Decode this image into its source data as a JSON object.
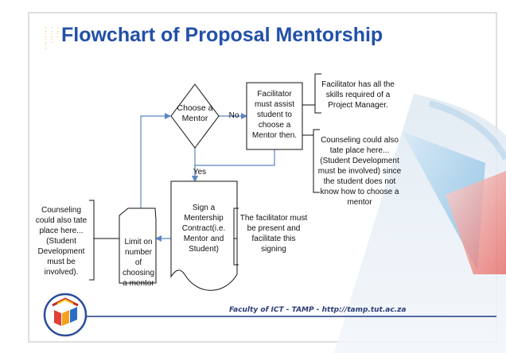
{
  "slide": {
    "title": "Flowchart of Proposal Mentorship"
  },
  "flowchart": {
    "decision_label": "Choose a Mentor",
    "no_label": "No",
    "yes_label": "Yes",
    "facilitator_box": "Facilitator must assist student to choose a Mentor then.",
    "contract_box": "Sign a Mentership Contract(i.e. Mentor and Student)",
    "limit_box": "Limit on number of choosing a mentor",
    "annotation_skills": "Facilitator has all the skills required of a Project Manager.",
    "annotation_counseling_right": "Counseling could also tate place here...(Student Development must be involved) since the student does not know how to choose a mentor",
    "annotation_counseling_left": "Counseling could also tate place here...(Student Development must be involved).",
    "annotation_facilitator_present": "The facilitator must be present and facilitate this signing"
  },
  "footer": {
    "text": "Faculty of ICT - TAMP - http://tamp.tut.ac.za"
  },
  "colors": {
    "title": "#2150a8",
    "connector": "#5b86c4",
    "footer_line": "#1f3d86",
    "deco_red": "#e4504a",
    "deco_blue": "#5aa6d8"
  }
}
